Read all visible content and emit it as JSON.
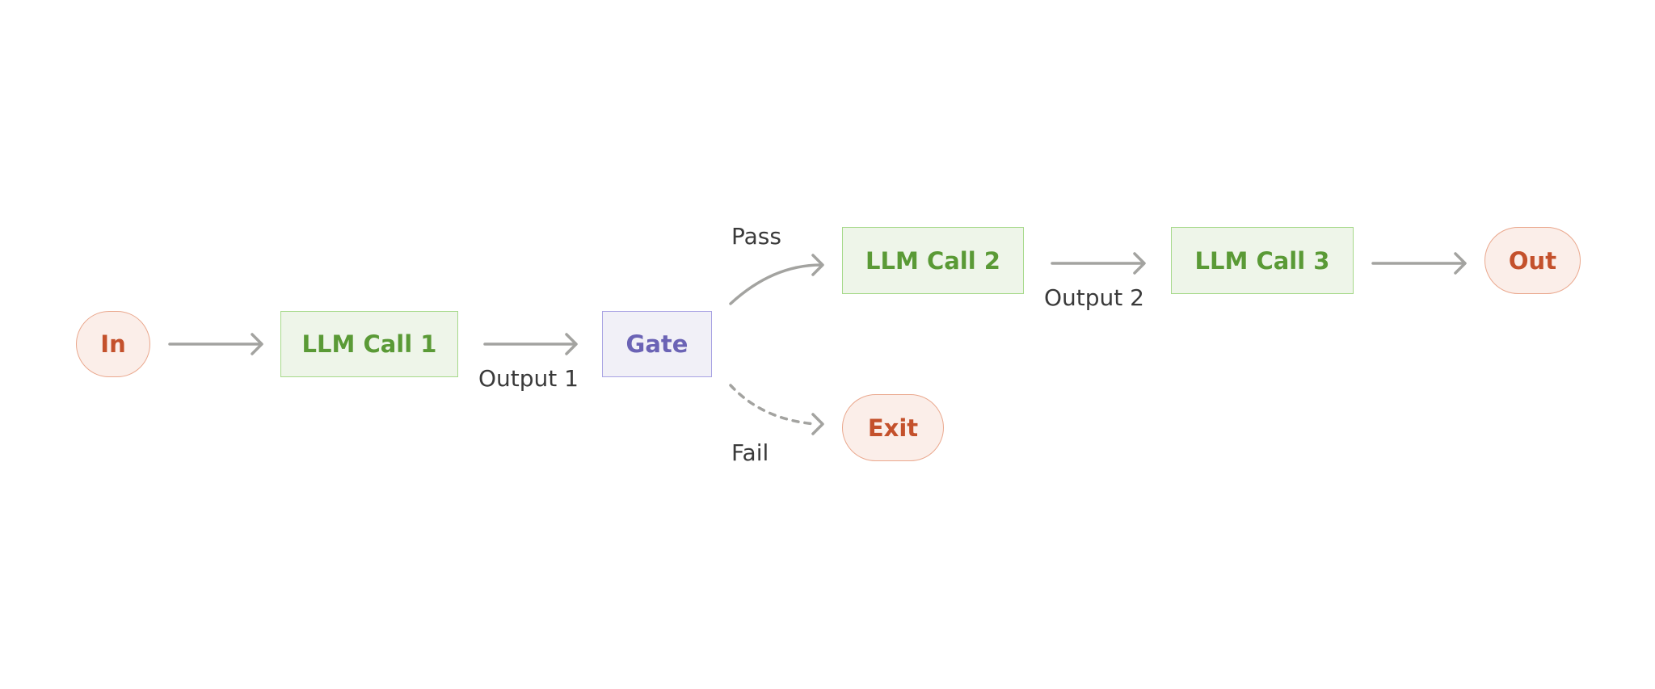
{
  "nodes": {
    "in": {
      "label": "In"
    },
    "llm_call_1": {
      "label": "LLM Call 1"
    },
    "gate": {
      "label": "Gate"
    },
    "llm_call_2": {
      "label": "LLM Call 2"
    },
    "llm_call_3": {
      "label": "LLM Call 3"
    },
    "out": {
      "label": "Out"
    },
    "exit": {
      "label": "Exit"
    }
  },
  "edges": {
    "output_1": {
      "label": "Output 1"
    },
    "pass": {
      "label": "Pass"
    },
    "fail": {
      "label": "Fail"
    },
    "output_2": {
      "label": "Output 2"
    }
  },
  "colors": {
    "terminal_fill": "#fbeee9",
    "terminal_border": "#eaa88e",
    "terminal_text": "#c4512c",
    "llm_fill": "#eef5e9",
    "llm_border": "#a6d98a",
    "llm_text": "#5a9a36",
    "gate_fill": "#f1f0f7",
    "gate_border": "#a8a2e3",
    "gate_text": "#6b63b5",
    "arrow": "#a3a3a0"
  }
}
